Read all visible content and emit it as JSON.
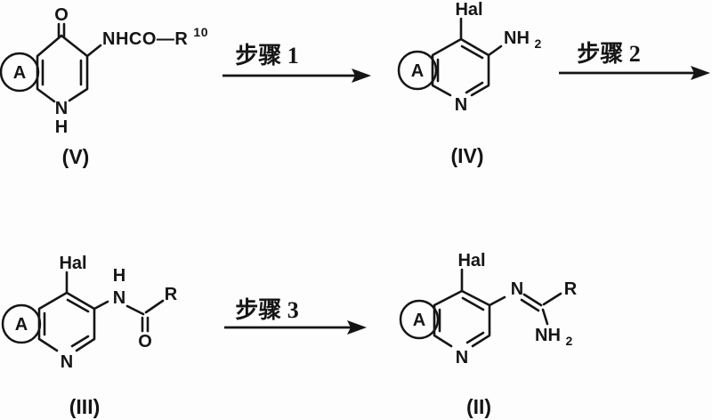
{
  "figure": {
    "background": "#fdfdfd",
    "ink": "#151515",
    "type": "chemical-reaction-scheme"
  },
  "scheme": {
    "arrows": {
      "step1": "步骤 1",
      "step2": "步骤 2",
      "step3": "步骤 3"
    },
    "compounds": {
      "v": {
        "label": "(V)",
        "ring_a": "A",
        "carbonyl_o": "O",
        "amide_chain": "NHCO—R",
        "amide_sup": "10",
        "ring_nh_n": "N",
        "ring_nh_h": "H"
      },
      "iv": {
        "label": "(IV)",
        "ring_a": "A",
        "halogen": "Hal",
        "amine_main": "NH",
        "amine_sub": "2",
        "ring_n": "N"
      },
      "iii": {
        "label": "(III)",
        "ring_a": "A",
        "halogen": "Hal",
        "amide_h": "H",
        "amide_n": "N",
        "r_group": "R",
        "carbonyl_o": "O",
        "ring_n": "N"
      },
      "ii": {
        "label": "(II)",
        "ring_a": "A",
        "halogen": "Hal",
        "imine_n": "N",
        "r_group": "R",
        "amine_main": "NH",
        "amine_sub": "2",
        "ring_n": "N"
      }
    }
  }
}
